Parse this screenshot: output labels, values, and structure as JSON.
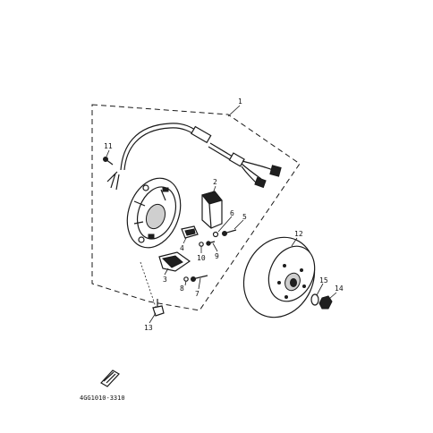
{
  "callouts": [
    "1",
    "2",
    "3",
    "4",
    "5",
    "6",
    "7",
    "8",
    "9",
    "10",
    "11",
    "12",
    "13",
    "14",
    "15"
  ],
  "catalog_code": "4GG1010-3310"
}
